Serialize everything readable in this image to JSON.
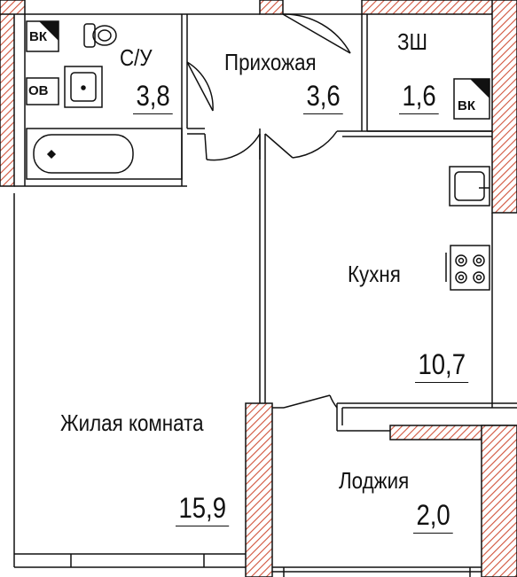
{
  "rooms": {
    "bathroom": {
      "name": "С/У",
      "area": "3,8"
    },
    "hallway": {
      "name": "Прихожая",
      "area": "3,6"
    },
    "closet": {
      "name": "ЗШ",
      "area": "1,6"
    },
    "kitchen": {
      "name": "Кухня",
      "area": "10,7"
    },
    "living": {
      "name": "Жилая комната",
      "area": "15,9"
    },
    "loggia": {
      "name": "Лоджия",
      "area": "2,0"
    }
  },
  "tags": {
    "vent_bathroom": "ВК",
    "vent_closet": "ВК",
    "washer": "ОВ"
  },
  "colors": {
    "wall_hatch": "#d1543c",
    "line": "#111111",
    "background": "#ffffff"
  },
  "icons": [
    "toilet-icon",
    "sink-icon",
    "bathtub-icon",
    "kitchen-sink-icon",
    "stove-icon"
  ]
}
